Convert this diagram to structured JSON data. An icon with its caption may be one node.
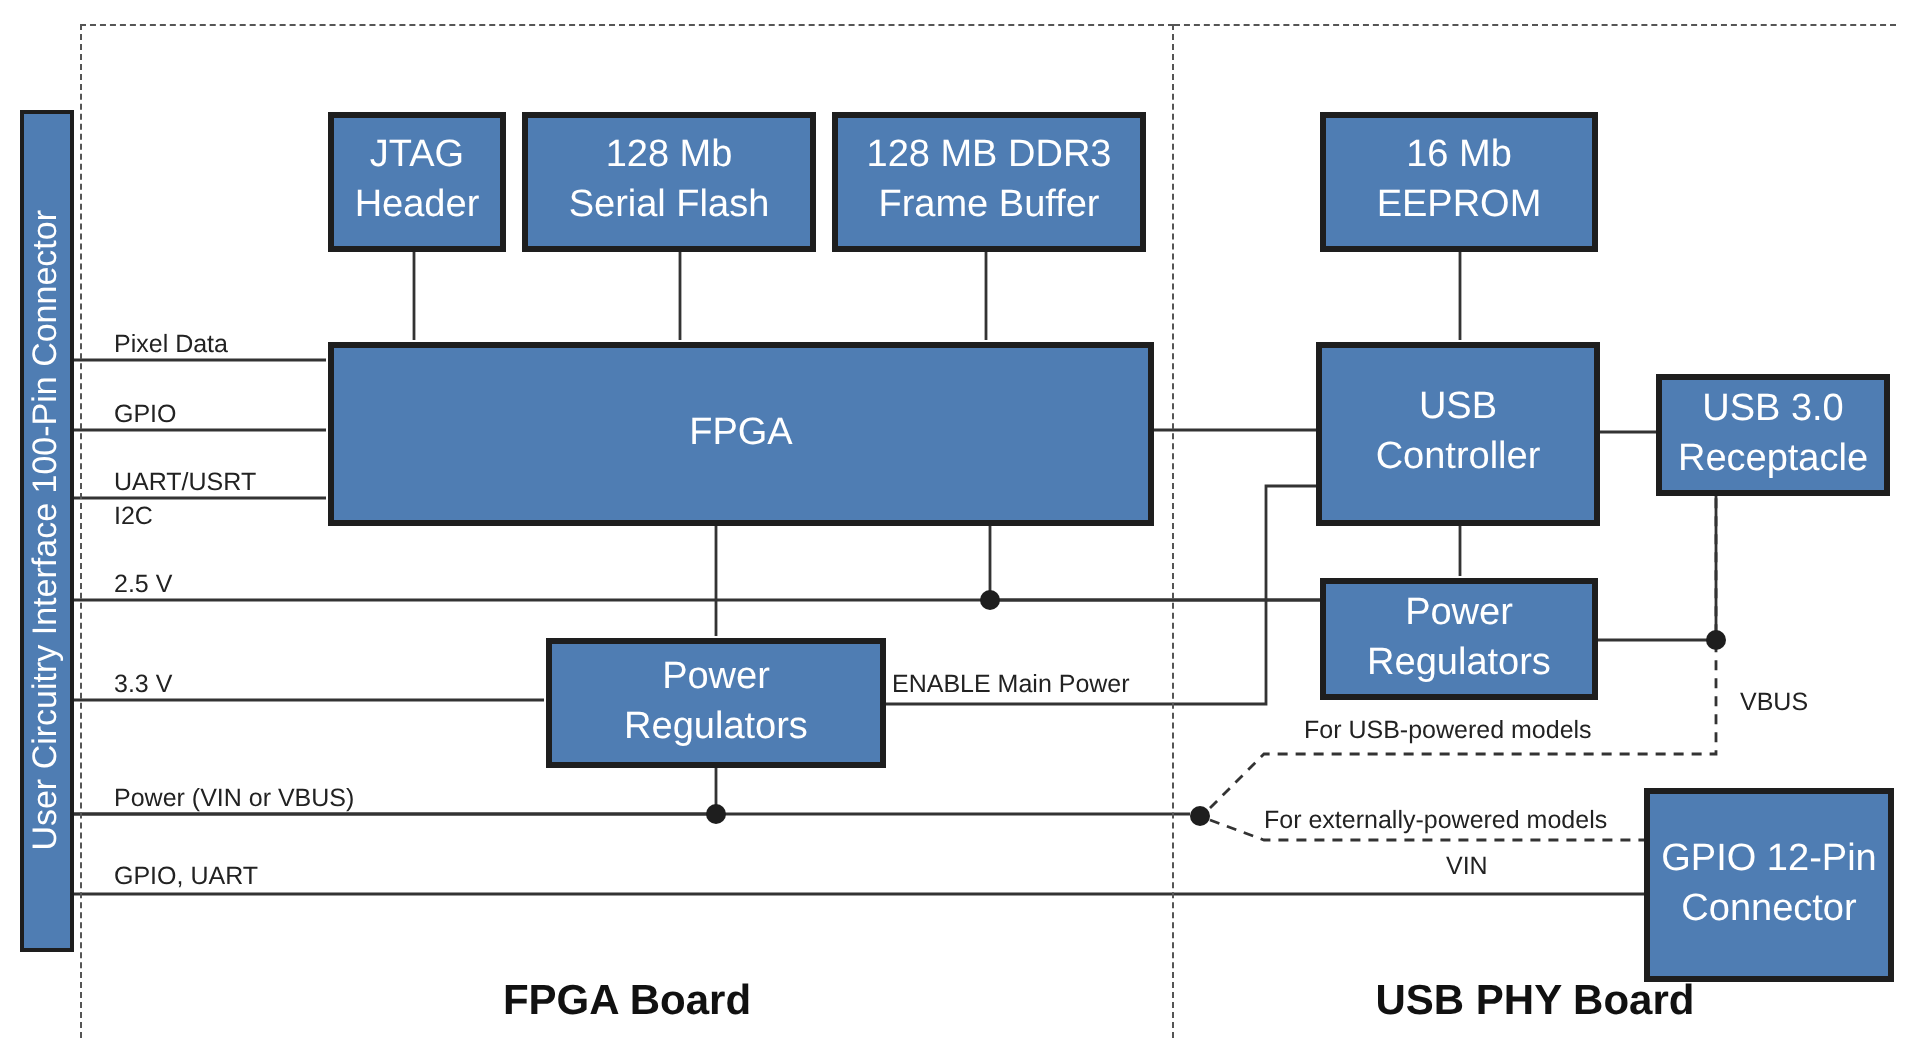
{
  "diagram": {
    "nodes": [
      {
        "text": [
          "FPGA Board"
        ]
      },
      {
        "text": [
          "USB PHY Board"
        ]
      },
      {
        "text": [
          "User Circuitry Interface 100-Pin Connector"
        ]
      },
      {
        "text": [
          "JTAG Header"
        ],
        "in": 0
      },
      {
        "text": [
          "128 Mb Serial Flash"
        ],
        "in": 0
      },
      {
        "text": [
          "128 MB DDR3 Frame Buffer"
        ],
        "in": 0
      },
      {
        "text": [
          "FPGA"
        ],
        "in": 0
      },
      {
        "text": [
          "Power Regulators"
        ],
        "in": 0
      },
      {
        "text": [
          "16 Mb EEPROM"
        ],
        "in": 1
      },
      {
        "text": [
          "USB Controller"
        ],
        "in": 1
      },
      {
        "text": [
          "USB 3.0 Receptacle"
        ],
        "in": 1
      },
      {
        "text": [
          "Power Regulators"
        ],
        "in": 1
      },
      {
        "text": [
          "GPIO 12-Pin Connector"
        ],
        "in": 1
      },
      {
        "text": [],
        "shape": "circle",
        "in": 1
      }
    ],
    "edges": [
      {
        "from": 2,
        "to": 6,
        "arrow": "none",
        "label": "Pixel Data"
      },
      {
        "from": 2,
        "to": 6,
        "arrow": "none",
        "label": "GPIO"
      },
      {
        "from": 2,
        "to": 6,
        "arrow": "none",
        "label": "UART/USRT"
      },
      {
        "from": 2,
        "to": 11,
        "arrow": "none",
        "label": "2.5 V"
      },
      {
        "from": 6,
        "to": 11,
        "arrow": "none"
      },
      {
        "from": 2,
        "to": 7,
        "arrow": "none",
        "label": "3.3 V"
      },
      {
        "from": 3,
        "to": 6,
        "arrow": "none"
      },
      {
        "from": 4,
        "to": 6,
        "arrow": "none"
      },
      {
        "from": 5,
        "to": 6,
        "arrow": "none"
      },
      {
        "from": 6,
        "to": 7,
        "arrow": "none"
      },
      {
        "from": 6,
        "to": 9,
        "arrow": "none"
      },
      {
        "from": 7,
        "to": 9,
        "arrow": "none",
        "label": "ENABLE Main Power"
      },
      {
        "from": 8,
        "to": 9,
        "arrow": "none"
      },
      {
        "from": 9,
        "to": 10,
        "arrow": "none"
      },
      {
        "from": 9,
        "to": 11,
        "arrow": "none"
      },
      {
        "from": 11,
        "to": 10,
        "arrow": "none"
      },
      {
        "from": 2,
        "to": 7,
        "arrow": "none"
      },
      {
        "from": 2,
        "to": 13,
        "arrow": "none",
        "label": "Power (VIN or VBUS)"
      },
      {
        "from": 13,
        "to": 10,
        "arrow": "none",
        "label": "For USB-powered models",
        "style": "dashed"
      },
      {
        "from": 13,
        "to": 12,
        "arrow": "none",
        "label": "For externally-powered models",
        "style": "dashed"
      },
      {
        "from": 2,
        "to": 12,
        "arrow": "none",
        "label": "GPIO,  UART"
      }
    ],
    "labels": [
      "I2C",
      "VBUS",
      "VIN"
    ]
  }
}
